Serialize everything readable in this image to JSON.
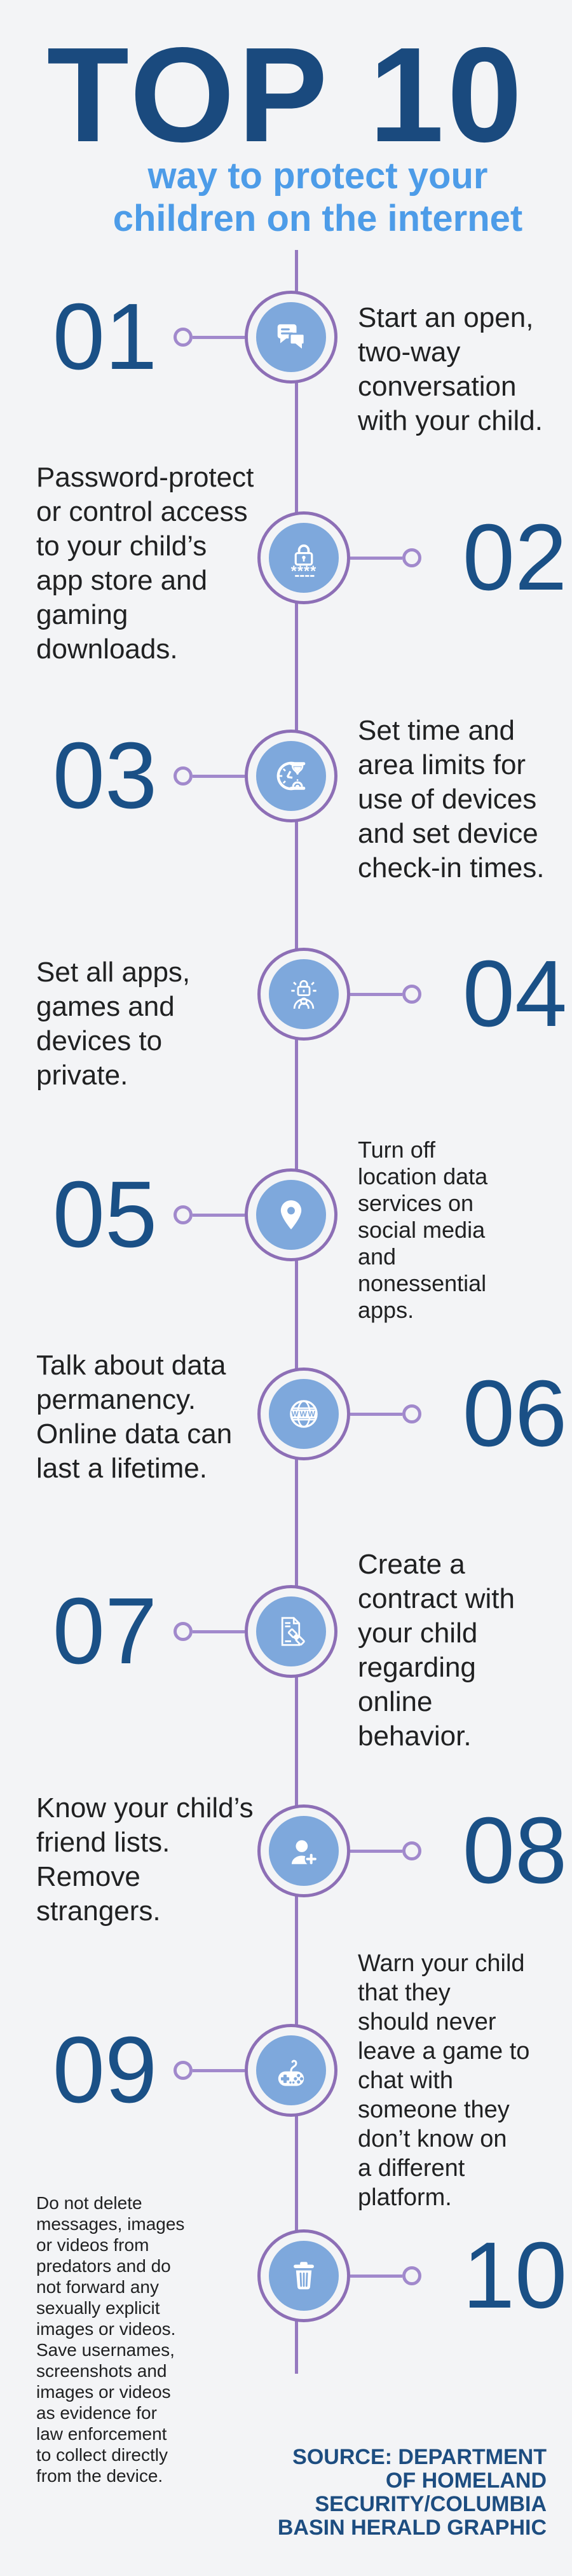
{
  "page": {
    "background": "#f3f4f6"
  },
  "header": {
    "title": "TOP 10",
    "subtitle": "way to protect your\nchildren on the internet",
    "title_color": "#1a4a7e",
    "subtitle_color": "#4d9ce8"
  },
  "timeline": {
    "line_color": "#9579bf",
    "node_border_color": "#8d6fb6",
    "node_fill_color": "#7ea8dc",
    "connector_color": "#a189cc",
    "icon_color": "#ffffff"
  },
  "items": [
    {
      "number": "01",
      "icon": "chat-bubbles-icon",
      "text": "Start an open,\ntwo-way\nconversation\nwith your child."
    },
    {
      "number": "02",
      "icon": "password-lock-icon",
      "text": "Password-protect\nor control access\nto your child’s\napp store and\ngaming\ndownloads."
    },
    {
      "number": "03",
      "icon": "time-limits-icon",
      "text": "Set time and\narea limits for\nuse of devices\nand set device\ncheck-in times."
    },
    {
      "number": "04",
      "icon": "privacy-lock-icon",
      "text": "Set all apps,\ngames and\ndevices to\nprivate."
    },
    {
      "number": "05",
      "icon": "location-pin-icon",
      "text": "Turn off\nlocation data\nservices on\nsocial media\nand\nnonessential\napps."
    },
    {
      "number": "06",
      "icon": "www-globe-icon",
      "text": "Talk about data\npermanency.\nOnline data can\nlast a lifetime."
    },
    {
      "number": "07",
      "icon": "contract-handshake-icon",
      "text": "Create a\ncontract with\nyour child\nregarding\nonline\nbehavior."
    },
    {
      "number": "08",
      "icon": "add-friend-icon",
      "text": "Know your child’s\nfriend lists.\nRemove\nstrangers."
    },
    {
      "number": "09",
      "icon": "game-controller-icon",
      "text": "Warn your child\nthat they\nshould never\nleave a game to\nchat with\nsomeone they\ndon’t know on\na different\nplatform."
    },
    {
      "number": "10",
      "icon": "trash-can-icon",
      "text": "Do not delete\nmessages, images\nor videos from\npredators and do\nnot forward any\nsexually explicit\nimages or videos.\nSave usernames,\nscreenshots and\nimages or videos\nas evidence for\nlaw enforcement\nto collect directly\nfrom the device."
    }
  ],
  "source": {
    "text": "SOURCE: DEPARTMENT\nOF HOMELAND\nSECURITY/COLUMBIA\nBASIN HERALD GRAPHIC",
    "color": "#1d4d80"
  }
}
